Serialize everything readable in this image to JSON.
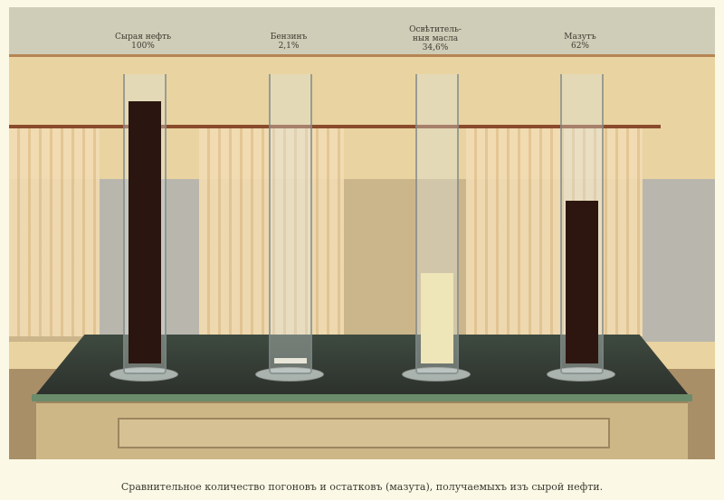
{
  "header_labels": [
    {
      "name": "Сырая нефть",
      "percent": "100%",
      "fill": 100,
      "color": "#2a1510"
    },
    {
      "name": "Бензинъ",
      "percent": "2,1%",
      "fill": 2.1,
      "color": "#e8e6d8"
    },
    {
      "name": "Освѣтитель-ныя масла",
      "percent": "34,6%",
      "fill": 34.6,
      "color": "#eee5b8"
    },
    {
      "name": "Мазутъ",
      "percent": "62%",
      "fill": 62,
      "color": "#2e1610"
    }
  ],
  "caption": "Сравнительное количество погоновъ и остатковъ (мазута), получаемыхъ изъ сырой нефти."
}
